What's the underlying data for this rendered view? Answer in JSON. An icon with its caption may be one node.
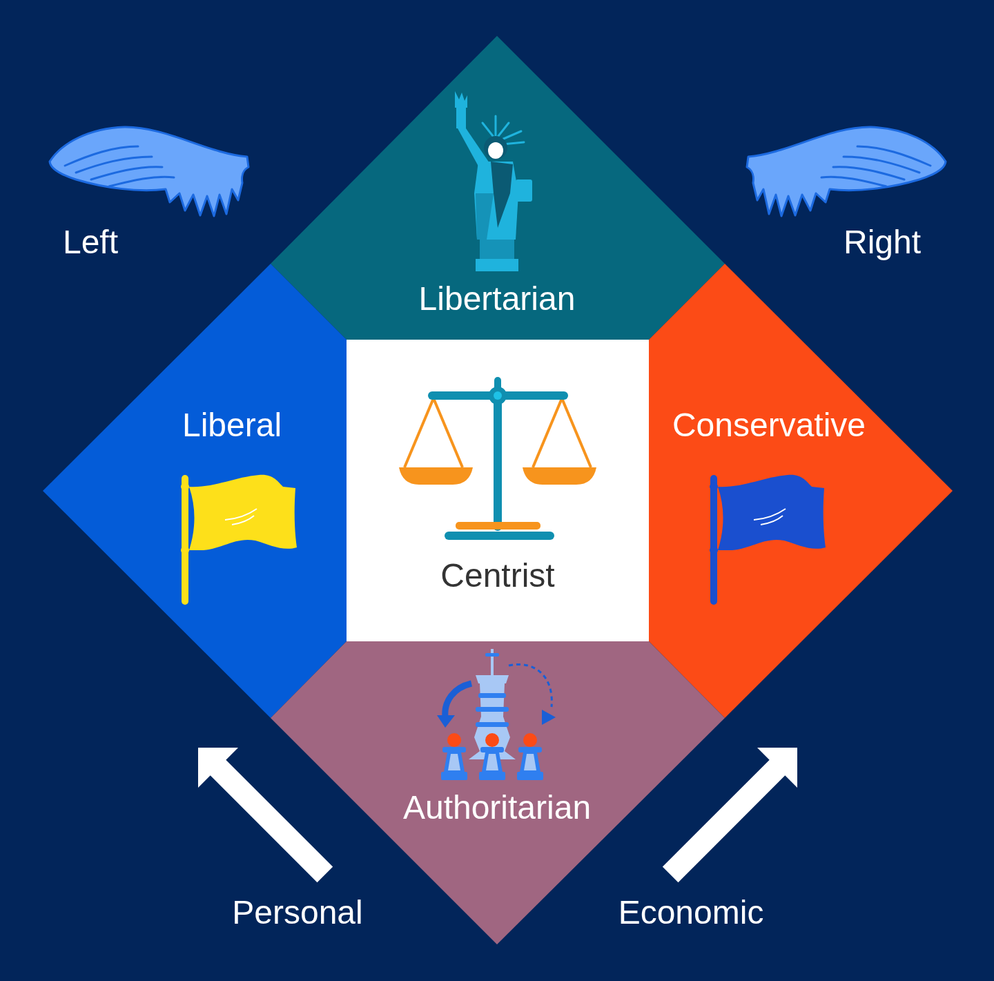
{
  "diagram": {
    "nodes": [
      {
        "text": [
          "Libertarian"
        ]
      },
      {
        "text": [
          "Liberal"
        ]
      },
      {
        "text": [
          "Centrist"
        ]
      },
      {
        "text": [
          "Conservative"
        ]
      },
      {
        "text": [
          "Authoritarian"
        ]
      }
    ],
    "labels": [
      "Left",
      "Right",
      "Personal",
      "Economic"
    ]
  }
}
